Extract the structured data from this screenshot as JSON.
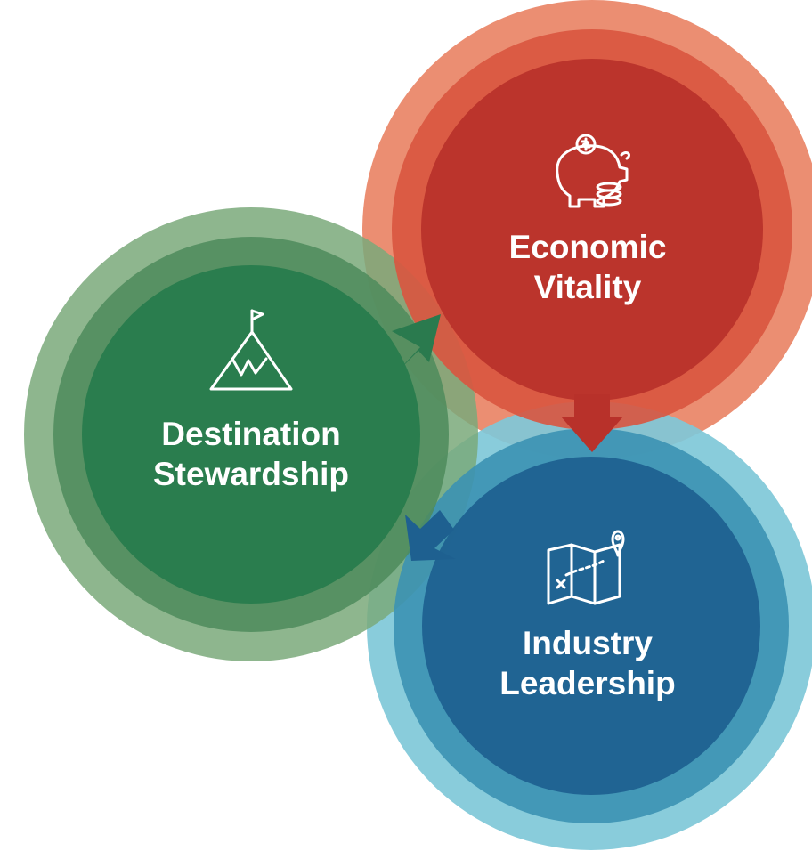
{
  "diagram": {
    "nodes": [
      {
        "id": "destination-stewardship",
        "label_line1": "Destination",
        "label_line2": "Stewardship",
        "icon": "mountain-flag-icon",
        "color": "#267b4b",
        "ring_color": "#5e9663",
        "outer_color": "#8cb98c"
      },
      {
        "id": "economic-vitality",
        "label_line1": "Economic",
        "label_line2": "Vitality",
        "icon": "piggy-bank-icon",
        "color": "#b8312a",
        "ring_color": "#d9553f",
        "outer_color": "#e98466"
      },
      {
        "id": "industry-leadership",
        "label_line1": "Industry",
        "label_line2": "Leadership",
        "icon": "map-location-icon",
        "color": "#1e6090",
        "ring_color": "#3c92b2",
        "outer_color": "#7fc8d8"
      }
    ],
    "arrows": [
      {
        "from": "destination-stewardship",
        "to": "economic-vitality",
        "color": "#2a7a4e"
      },
      {
        "from": "economic-vitality",
        "to": "industry-leadership",
        "color": "#b8312a"
      },
      {
        "from": "industry-leadership",
        "to": "destination-stewardship",
        "color": "#1e6090"
      }
    ]
  }
}
